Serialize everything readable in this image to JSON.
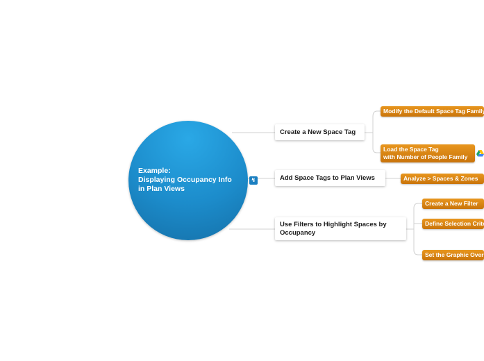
{
  "root": {
    "lines": [
      "Example:",
      "Displaying Occupancy Info",
      "in Plan Views"
    ],
    "color": "#1c8ccb"
  },
  "topics": [
    {
      "label": "Create a New Space Tag",
      "subtopics": [
        {
          "lines": [
            "Modify the Default Space Tag Family"
          ]
        },
        {
          "lines": [
            "Load the Space Tag",
            "with Number of People Family"
          ],
          "icon": "google-drive-icon"
        }
      ]
    },
    {
      "label": "Add Space Tags to Plan Views",
      "subtopics": [
        {
          "lines": [
            "Analyze > Spaces & Zones"
          ]
        }
      ]
    },
    {
      "label": "Use Filters to Highlight Spaces by Occupancy",
      "subtopics": [
        {
          "lines": [
            "Create a New Filter"
          ]
        },
        {
          "lines": [
            "Define Selection Criteria"
          ]
        },
        {
          "lines": [
            "Set the Graphic Overrides"
          ]
        }
      ]
    }
  ],
  "colors": {
    "subtopic": "#d9820f",
    "connector": "#cfcfcf"
  }
}
